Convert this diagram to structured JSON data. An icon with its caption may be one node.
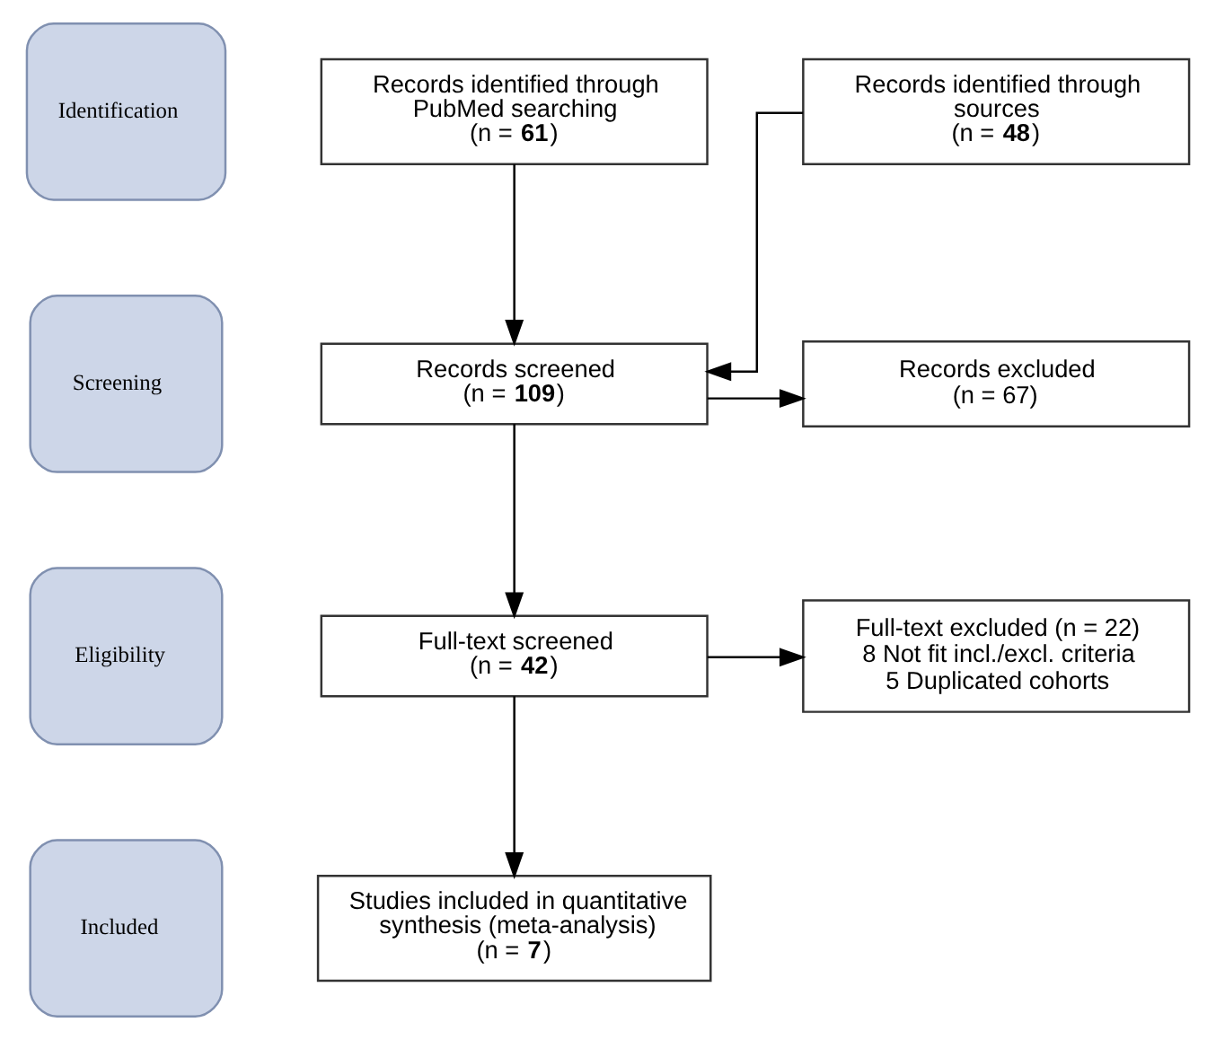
{
  "diagram": {
    "nodes": [
      {
        "text": [
          "Identification"
        ]
      },
      {
        "text": [
          "Screening"
        ]
      },
      {
        "text": [
          "Eligibility"
        ]
      },
      {
        "text": [
          "Included"
        ]
      },
      {
        "text": [
          "Records identified through PubMed searching",
          "(n = **61**)"
        ]
      },
      {
        "text": [
          "Records identified through sources",
          "(n = **48**)"
        ]
      },
      {
        "text": [
          "Records screened",
          "(n = **109**)"
        ]
      },
      {
        "text": [
          "Records excluded",
          "(n = 67)"
        ]
      },
      {
        "text": [
          "Full-text screened",
          "(n = **42**)"
        ]
      },
      {
        "text": [
          "Full-text excluded (n = 22)",
          "8 Not fit incl./excl. criteria",
          "5 Duplicated cohorts"
        ]
      },
      {
        "text": [
          "Studies included in quantitative synthesis (meta-analysis)",
          "(n = **7**)"
        ]
      }
    ],
    "edges": [
      {
        "from": 4,
        "to": 6,
        "arrow": "to"
      },
      {
        "from": 5,
        "to": 6,
        "arrow": "to"
      },
      {
        "from": 6,
        "to": 7,
        "arrow": "to"
      },
      {
        "from": 6,
        "to": 8,
        "arrow": "to"
      },
      {
        "from": 8,
        "to": 9,
        "arrow": "to"
      },
      {
        "from": 8,
        "to": 10,
        "arrow": "to"
      }
    ]
  }
}
